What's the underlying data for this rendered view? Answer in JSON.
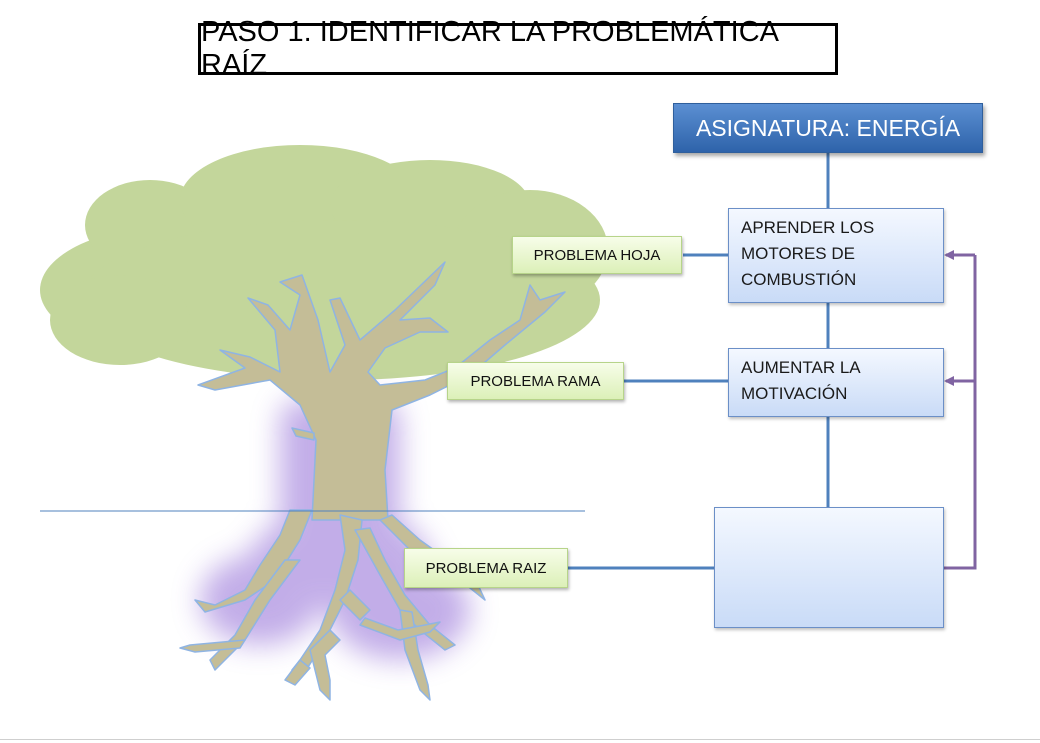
{
  "title": "PASO 1. IDENTIFICAR LA PROBLEMÁTICA RAÍZ",
  "subject": "ASIGNATURA: ENERGÍA",
  "boxes": {
    "leaf": "APRENDER LOS MOTORES DE COMBUSTIÓN",
    "branch": "AUMENTAR LA MOTIVACIÓN",
    "root": ""
  },
  "labels": {
    "leaf": "PROBLEMA HOJA",
    "branch": "PROBLEMA RAMA",
    "root": "PROBLEMA RAIZ"
  },
  "colors": {
    "tree_canopy": "#c3d69b",
    "trunk": "#c4bd97",
    "root_glow": "#9b7fd6",
    "connector_blue": "#4f81bd",
    "feedback_purple": "#8064a2",
    "subject_fill": "#3c74bf",
    "label_fill": "#ebf7d3"
  }
}
